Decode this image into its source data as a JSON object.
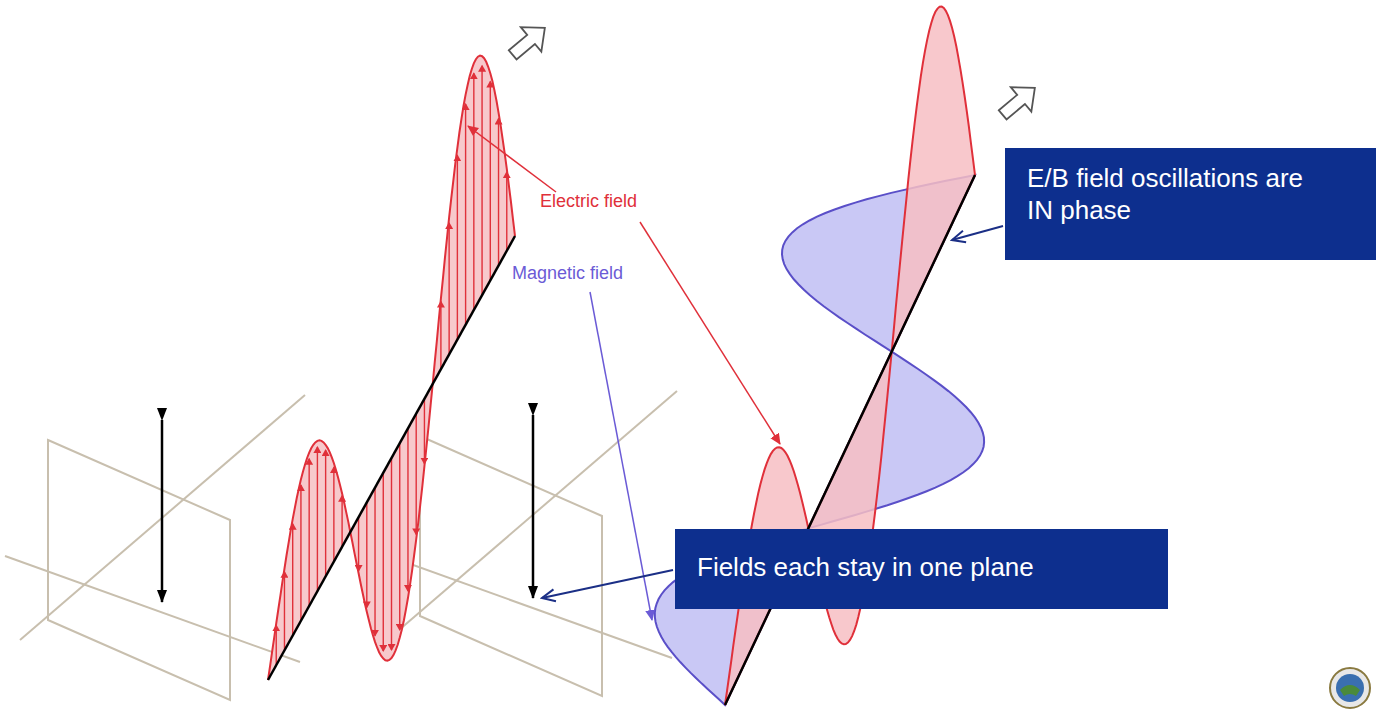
{
  "diagram": {
    "nodes": [
      {
        "text": [
          "E/B field oscillations are IN phase"
        ]
      },
      {
        "text": [
          "Fields each stay in one plane"
        ]
      }
    ],
    "labels": [
      "Electric field",
      "Magnetic field"
    ]
  }
}
